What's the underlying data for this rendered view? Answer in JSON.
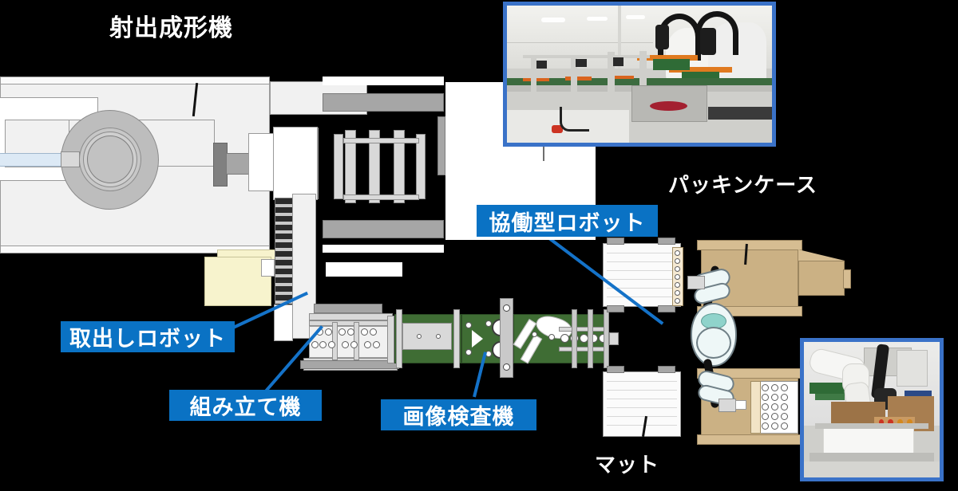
{
  "page": {
    "background_color": "#000000",
    "title_text_color": "#ffffff",
    "accent_color": "#0a72c4",
    "photo_border_color": "#3a72c8"
  },
  "headings": [
    {
      "id": "injection-molding-machine",
      "label": "射出成形機"
    },
    {
      "id": "packing-case",
      "label": "パッキンケース"
    },
    {
      "id": "mat",
      "label": "マット"
    }
  ],
  "callouts": [
    {
      "id": "collaborative-robot",
      "label": "協働型ロボット"
    },
    {
      "id": "takeout-robot",
      "label": "取出しロボット"
    },
    {
      "id": "assembly-machine",
      "label": "組み立て機"
    },
    {
      "id": "image-inspection-machine",
      "label": "画像検査機"
    }
  ],
  "photos": [
    {
      "id": "conveyor-line-photo",
      "caption": ""
    },
    {
      "id": "packing-robot-photo",
      "caption": ""
    }
  ],
  "diagram": {
    "injection_molding_machine": {
      "name": "射出成形機"
    },
    "takeout_robot": {
      "name": "取出しロボット"
    },
    "assembly_machine": {
      "name": "組み立て機"
    },
    "image_inspection_machine": {
      "name": "画像検査機"
    },
    "collaborative_robot": {
      "name": "協働型ロボット"
    },
    "packing_case": {
      "name": "パッキンケース"
    },
    "mat": {
      "name": "マット"
    }
  }
}
